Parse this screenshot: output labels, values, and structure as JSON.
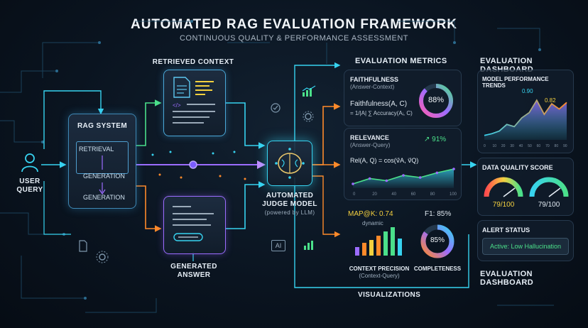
{
  "header": {
    "title": "AUTOMATED RAG EVALUATION FRAMEWORK",
    "subtitle": "CONTINUOUS QUALITY & PERFORMANCE ASSESSMENT"
  },
  "user": {
    "label_line1": "USER",
    "label_line2": "QUERY"
  },
  "rag_system": {
    "title": "RAG SYSTEM",
    "retrieval": "RETRIEVAL",
    "generation_inner": "GENERATION",
    "generation_outer": "GENERATION"
  },
  "retrieved_context": {
    "label": "RETRIEVED CONTEXT"
  },
  "generated_answer": {
    "label_line1": "GENERATED",
    "label_line2": "ANSWER"
  },
  "judge": {
    "label_line1": "AUTOMATED",
    "label_line2": "JUDGE MODEL",
    "label_line3": "(powered by LLM)",
    "ai_tag": "AI"
  },
  "metrics": {
    "section_title": "EVALUATION METRICS",
    "faithfulness": {
      "title": "FAITHFULNESS",
      "subtitle": "(Answer-Context)",
      "formula_line1": "Faithfulness(A, C)",
      "formula_line2": "= 1/|A| ∑ Accuracy(Aᵢ, C)",
      "score": "88%",
      "score_value": 88
    },
    "relevance": {
      "title": "RELEVANCE",
      "subtitle": "(Answer-Query)",
      "trend": "91%",
      "formula": "Rel(A, Q) = cos(v⃗A, v⃗Q)",
      "x_ticks": [
        "0",
        "20",
        "40",
        "60",
        "80",
        "100"
      ],
      "series": [
        0.2,
        0.45,
        0.35,
        0.6,
        0.5,
        0.72,
        0.9
      ]
    },
    "map_label": "MAP@K: 0.74",
    "map_dynamic": "dynamic",
    "f1_label": "F1: 85%",
    "completeness_score": "85%",
    "completeness_value": 85,
    "context_precision_line1": "CONTEXT PRECISION",
    "context_precision_line2": "(Context-Query)",
    "completeness_label": "COMPLETENESS",
    "bars": [
      0.3,
      0.45,
      0.55,
      0.7,
      0.85,
      1.0,
      0.6
    ],
    "visualizations": "VISUALIZATIONS"
  },
  "dashboard": {
    "section_title": "EVALUATION DASHBOARD",
    "trends": {
      "title": "MODEL PERFORMANCE TRENDS",
      "peak1": "0.90",
      "peak2": "0.82",
      "x_ticks": [
        "0",
        "10",
        "20",
        "30",
        "40",
        "50",
        "60",
        "70",
        "80",
        "90"
      ],
      "series": [
        0.1,
        0.14,
        0.2,
        0.35,
        0.3,
        0.5,
        0.62,
        0.9,
        0.58,
        0.82,
        0.7,
        0.85
      ]
    },
    "data_quality": {
      "title": "DATA QUALITY SCORE",
      "gauge1": "79/100",
      "gauge2": "79/100",
      "value": 79
    },
    "alert": {
      "title": "ALERT STATUS",
      "text": "Active: Low Hallucination"
    },
    "footer_title": "EVALUATION DASHBOARD"
  },
  "colors": {
    "cyan": "#37d3f0",
    "purple": "#9b6cff",
    "green": "#4be08a",
    "orange": "#ff8a2a",
    "yellow": "#f4d03f",
    "line": "#5aa8d8"
  }
}
